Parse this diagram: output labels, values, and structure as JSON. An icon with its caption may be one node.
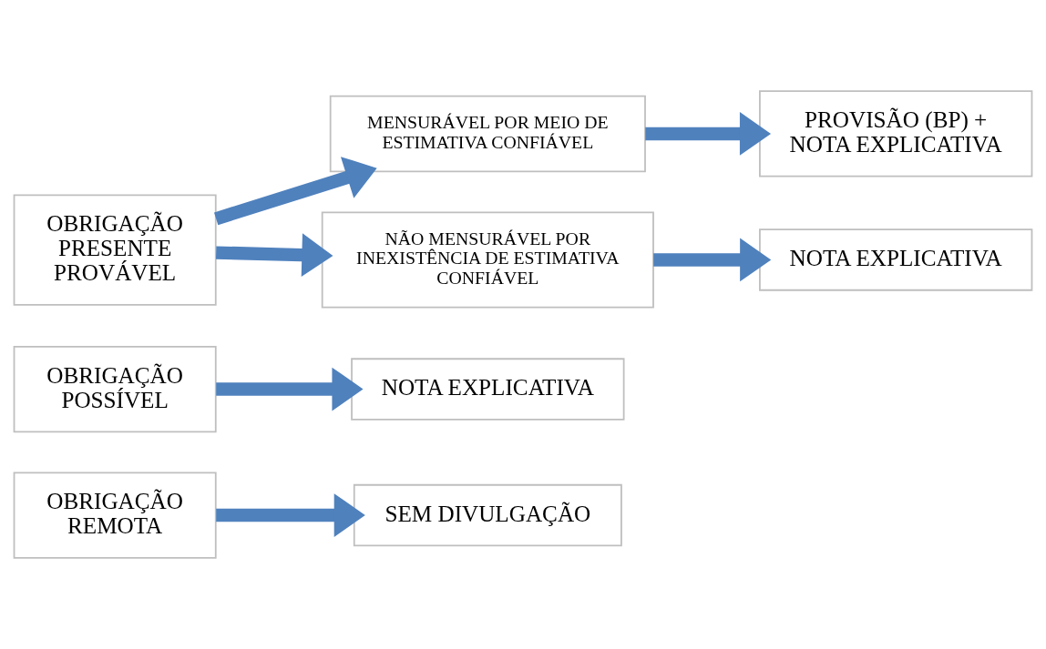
{
  "diagram": {
    "nodes": [
      {
        "text": [
          "OBRIGAÇÃO PRESENTE PROVÁVEL"
        ]
      },
      {
        "text": [
          "MENSURÁVEL POR MEIO DE ESTIMATIVA CONFIÁVEL"
        ]
      },
      {
        "text": [
          "NÃO MENSURÁVEL POR INEXISTÊNCIA DE ESTIMATIVA CONFIÁVEL"
        ]
      },
      {
        "text": [
          "PROVISÃO (BP) + NOTA EXPLICATIVA"
        ]
      },
      {
        "text": [
          "NOTA EXPLICATIVA"
        ]
      },
      {
        "text": [
          "OBRIGAÇÃO POSSÍVEL"
        ]
      },
      {
        "text": [
          "NOTA EXPLICATIVA"
        ]
      },
      {
        "text": [
          "OBRIGAÇÃO REMOTA"
        ]
      },
      {
        "text": [
          "SEM DIVULGAÇÃO"
        ]
      }
    ],
    "edges": [
      {
        "from": 0,
        "to": 1,
        "arrow": "to"
      },
      {
        "from": 0,
        "to": 2,
        "arrow": "to"
      },
      {
        "from": 1,
        "to": 3,
        "arrow": "to"
      },
      {
        "from": 2,
        "to": 4,
        "arrow": "to"
      },
      {
        "from": 5,
        "to": 6,
        "arrow": "to"
      },
      {
        "from": 7,
        "to": 8,
        "arrow": "to"
      }
    ]
  }
}
